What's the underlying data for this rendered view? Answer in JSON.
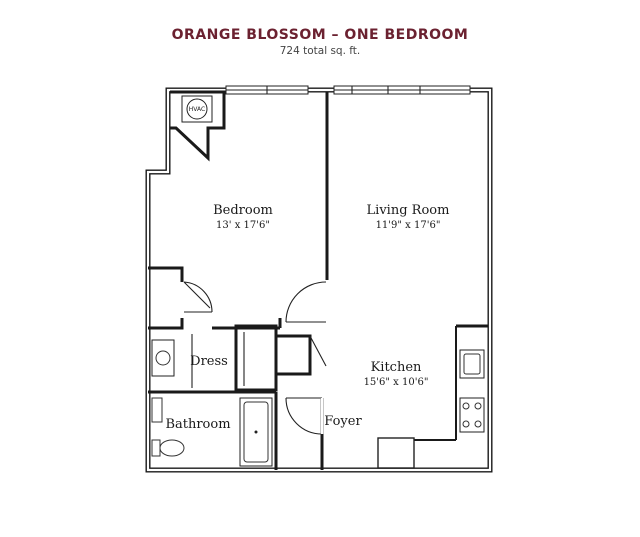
{
  "header": {
    "title": "ORANGE BLOSSOM – ONE BEDROOM",
    "subtitle": "724 total sq. ft."
  },
  "rooms": {
    "bedroom": {
      "name": "Bedroom",
      "dims": "13' x 17'6\""
    },
    "living_room": {
      "name": "Living Room",
      "dims": "11'9\" x 17'6\""
    },
    "kitchen": {
      "name": "Kitchen",
      "dims": "15'6\" x 10'6\""
    },
    "dress": {
      "name": "Dress"
    },
    "bathroom": {
      "name": "Bathroom"
    },
    "foyer": {
      "name": "Foyer"
    }
  },
  "labels": {
    "hvac": "HVAC"
  },
  "colors": {
    "title": "#6b2130",
    "walls": "#1a1a1a"
  }
}
